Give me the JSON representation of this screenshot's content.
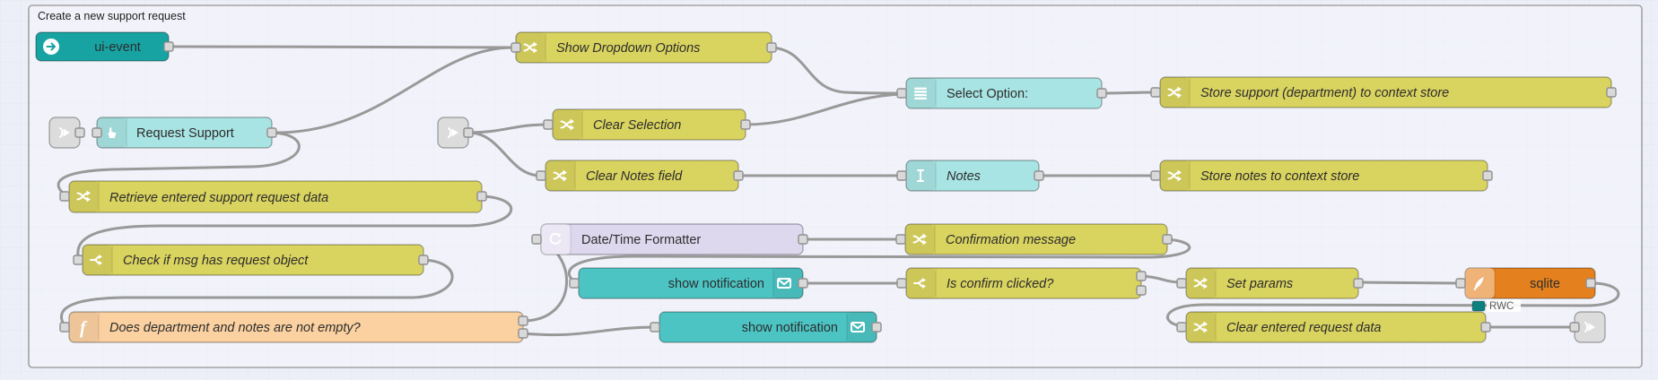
{
  "group": {
    "label": "Create a new support request"
  },
  "nodes": {
    "ui_event": {
      "label": "ui-event"
    },
    "request_support": {
      "label": "Request Support"
    },
    "show_dropdown": {
      "label": "Show Dropdown Options"
    },
    "clear_selection": {
      "label": "Clear Selection"
    },
    "clear_notes": {
      "label": "Clear Notes field"
    },
    "select_option": {
      "label": "Select Option:"
    },
    "notes": {
      "label": "Notes"
    },
    "store_support": {
      "label": "Store support (department) to context store"
    },
    "store_notes": {
      "label": "Store notes to context store"
    },
    "retrieve": {
      "label": "Retrieve entered support request data"
    },
    "datetime": {
      "label": "Date/Time Formatter"
    },
    "confirmation": {
      "label": "Confirmation message"
    },
    "check_msg": {
      "label": "Check if msg has request object"
    },
    "show_notif1": {
      "label": "show notification"
    },
    "show_notif2": {
      "label": "show notification"
    },
    "is_confirm": {
      "label": "Is confirm clicked?"
    },
    "set_params": {
      "label": "Set params"
    },
    "sqlite": {
      "label": "sqlite",
      "status": "RWC"
    },
    "does_dept": {
      "label": "Does department and notes are not empty?"
    },
    "clear_entered": {
      "label": "Clear entered request data"
    }
  },
  "colors": {
    "canvas": "#edeff8",
    "grid": "#e2e5f1",
    "wire": "#999999",
    "teal": "#18a3a3",
    "widget": "#a8e4e3",
    "notify": "#4cc4c4",
    "change": "#d9d35f",
    "func": "#fbd1a1",
    "lavender": "#ded8ef",
    "orange": "#e5801f",
    "linkGray": "#dcdcdc",
    "status": "#0e8080",
    "sqliteText": "#243447",
    "uiEventText": "#0b3e3e"
  }
}
